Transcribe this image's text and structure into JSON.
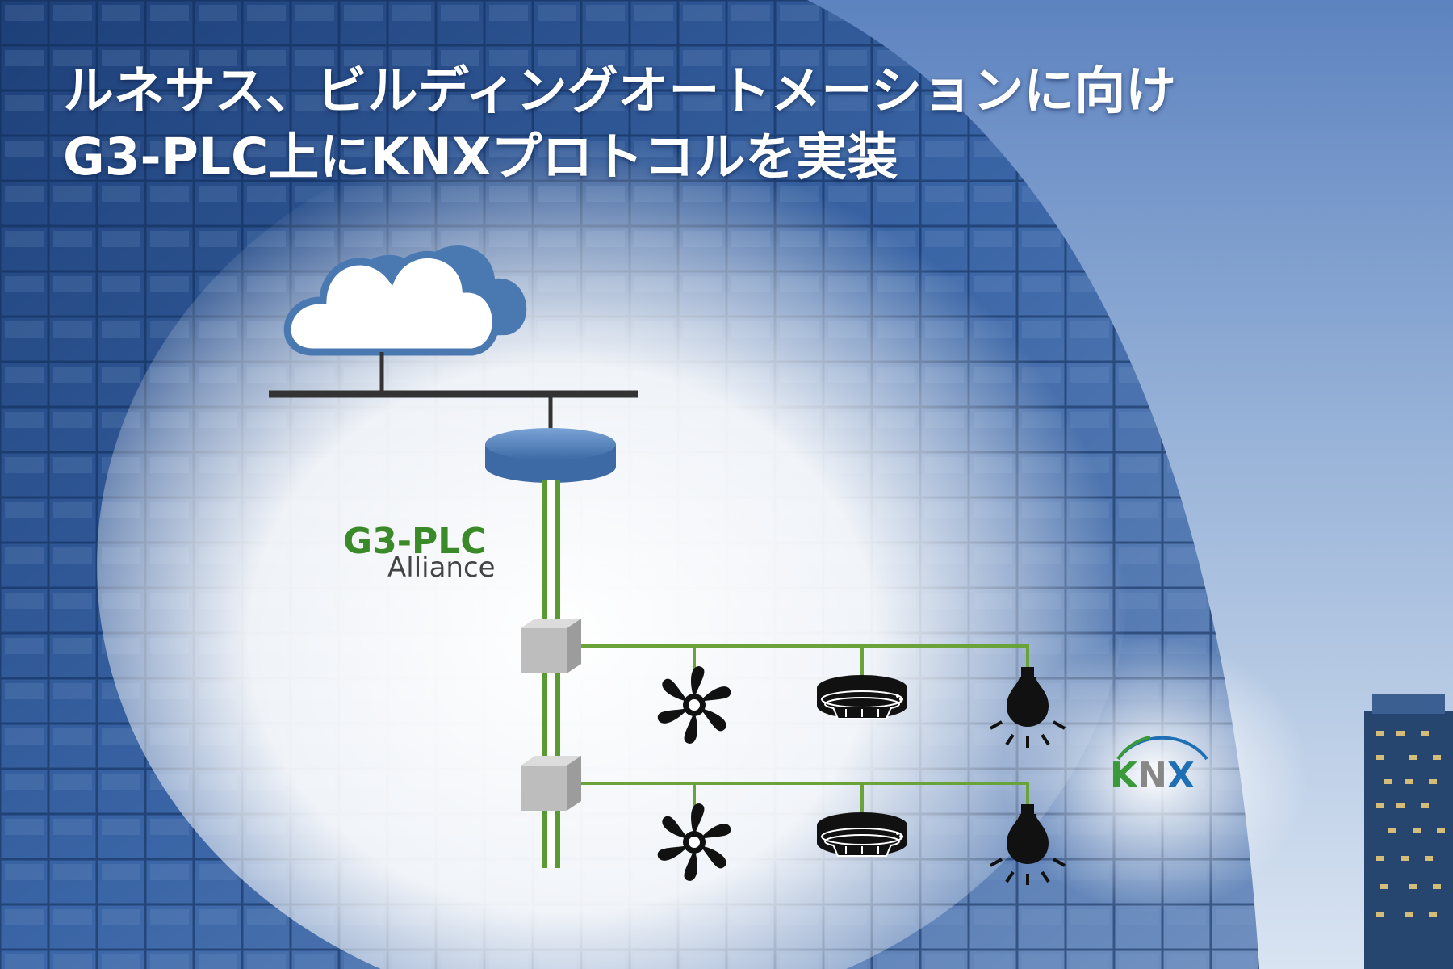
{
  "headline": {
    "line1": "ルネサス、ビルディングオートメーションに向け",
    "line2": "G3-PLC上にKNXプロトコルを実装"
  },
  "g3plc_logo": {
    "word": "G3-PLC",
    "sub": "Alliance",
    "color": "#3a8a2a"
  },
  "knx_logo": {
    "text": "KNX",
    "k_color": "#3a9a3a",
    "n_color": "#888888",
    "x_color": "#1f6fb5"
  },
  "diagram": {
    "nodes": [
      "cloud-icon",
      "gateway-icon",
      "plc-coupler",
      "fan-icon",
      "smoke-detector-icon",
      "light-bulb-icon"
    ],
    "rows": [
      {
        "devices": [
          "fan-icon",
          "smoke-detector-icon",
          "light-bulb-icon"
        ]
      },
      {
        "devices": [
          "fan-icon",
          "smoke-detector-icon",
          "light-bulb-icon"
        ]
      }
    ],
    "colors": {
      "cloud_fill": "#4a78b0",
      "gateway": "#4a78b0",
      "plc_wire": "#5a9a32",
      "knx_line": "#6aa33a",
      "device": "#111111"
    }
  }
}
